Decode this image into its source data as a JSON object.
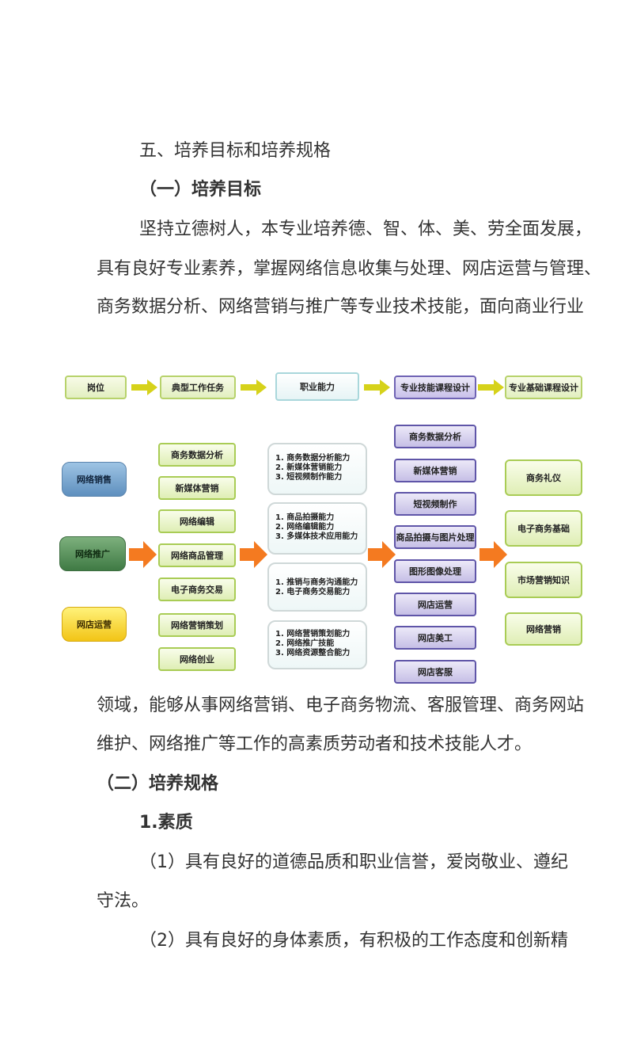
{
  "text_top": {
    "section_heading": "五、培养目标和培养规格",
    "sub_heading": "（一）培养目标",
    "para_line1": "坚持立德树人，本专业培养德、智、体、美、劳全面发展，",
    "para_line2": "具有良好专业素养，掌握网络信息收集与处理、网店运营与管理、",
    "para_line3": "商务数据分析、网络营销与推广等专业技术技能，面向商业行业"
  },
  "diagram": {
    "headers": [
      "岗位",
      "典型工作任务",
      "职业能力",
      "专业技能课程设计",
      "专业基础课程设计"
    ],
    "jobs": [
      "网络销售",
      "网络推广",
      "网店运营"
    ],
    "tasks": [
      "商务数据分析",
      "新媒体营销",
      "网络编辑",
      "网络商品管理",
      "电子商务交易",
      "网络营销策划",
      "网络创业"
    ],
    "abilities": [
      [
        "1. 商务数据分析能力",
        "2. 新媒体营销能力",
        "3. 短视频制作能力"
      ],
      [
        "1. 商品拍摄能力",
        "2. 网络编辑能力",
        "3. 多媒体技术应用能力"
      ],
      [
        "1. 推销与商务沟通能力",
        "2. 电子商务交易能力"
      ],
      [
        "1. 网络营销策划能力",
        "2. 网络推广技能",
        "3. 网络资源整合能力"
      ]
    ],
    "skill_courses": [
      "商务数据分析",
      "新媒体营销",
      "短视频制作",
      "商品拍摄与图片处理",
      "图形图像处理",
      "网店运营",
      "网店美工",
      "网店客服"
    ],
    "base_courses": [
      "商务礼仪",
      "电子商务基础",
      "市场营销知识",
      "网络营销"
    ],
    "colors": {
      "arrow_orange": "#f47a20",
      "arrow_yellow": "#d6d21a"
    }
  },
  "text_bottom": {
    "para_line4": "领域，能够从事网络营销、电子商务物流、客服管理、商务网站",
    "para_line5": "维护、网络推广等工作的高素质劳动者和技术技能人才。",
    "sub_heading2": "（二）培养规格",
    "sub_heading3": "1.素质",
    "item1_line1": "（1）具有良好的道德品质和职业信誉，爱岗敬业、遵纪",
    "item1_line2": "守法。",
    "item2_line1": "（2）具有良好的身体素质，有积极的工作态度和创新精"
  }
}
